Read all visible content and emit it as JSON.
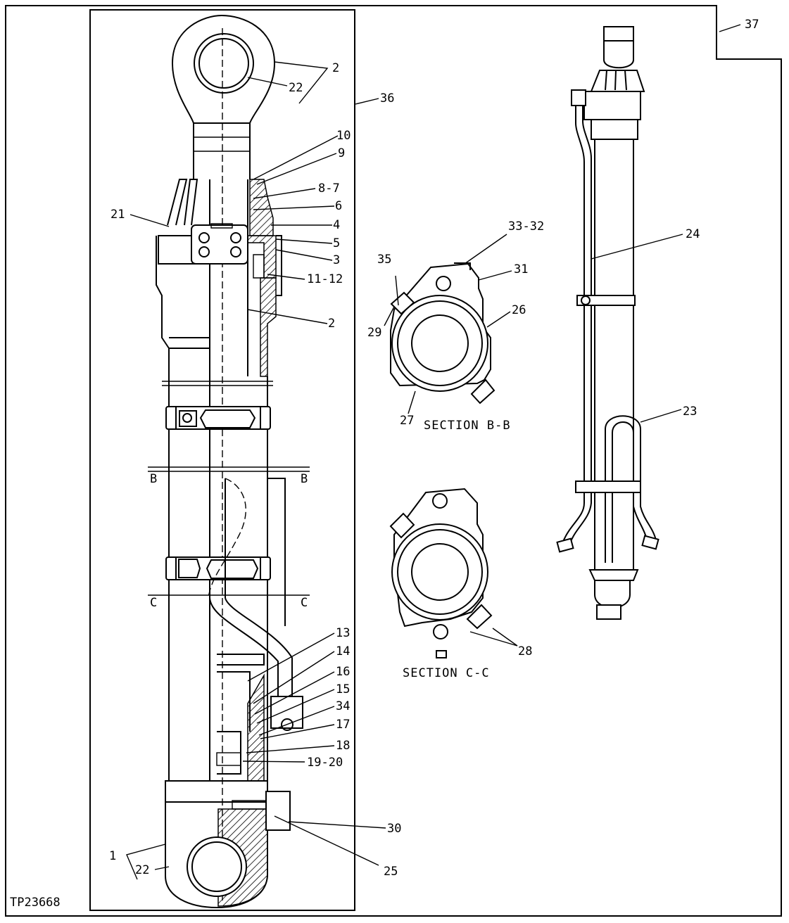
{
  "figure_id": "TP23668",
  "callouts": {
    "c1": "1",
    "c2a": "2",
    "c2b": "2",
    "c3": "3",
    "c4": "4",
    "c5": "5",
    "c6": "6",
    "c8_7": "8-7",
    "c9": "9",
    "c10": "10",
    "c11_12": "11-12",
    "c13": "13",
    "c14": "14",
    "c15": "15",
    "c16": "16",
    "c17": "17",
    "c18": "18",
    "c19_20": "19-20",
    "c21": "21",
    "c22a": "22",
    "c22b": "22",
    "c23": "23",
    "c24": "24",
    "c25": "25",
    "c26": "26",
    "c27": "27",
    "c28": "28",
    "c29": "29",
    "c30": "30",
    "c31": "31",
    "c33_32": "33-32",
    "c34": "34",
    "c35": "35",
    "c36": "36",
    "c37": "37"
  },
  "sections": {
    "bb": "SECTION B-B",
    "cc": "SECTION C-C"
  },
  "section_marks": {
    "b": "B",
    "c": "C"
  }
}
